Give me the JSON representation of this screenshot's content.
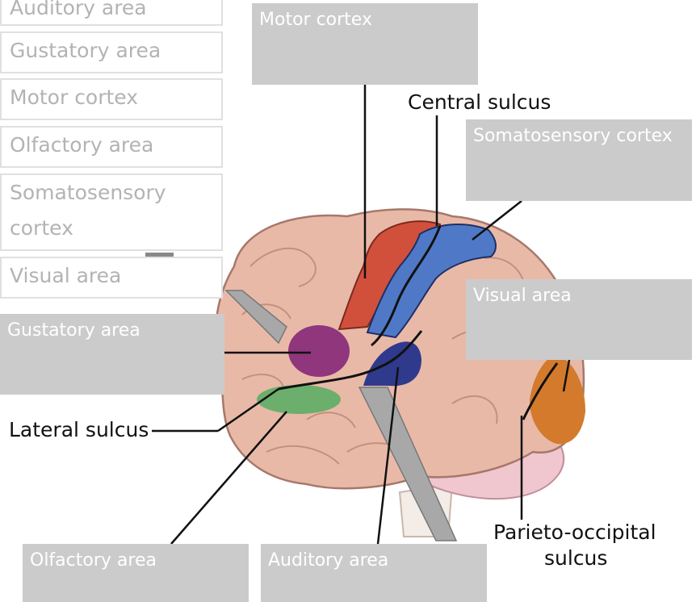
{
  "bank": {
    "items": [
      "Auditory area",
      "Gustatory area",
      "Motor cortex",
      "Olfactory area",
      "Somatosensory cortex",
      "Visual area"
    ]
  },
  "drop_zones": {
    "motor": "Motor cortex",
    "somatosensory": "Somatosensory cortex",
    "visual": "Visual area",
    "gustatory": "Gustatory area",
    "olfactory": "Olfactory area",
    "auditory": "Auditory area"
  },
  "labels": {
    "central_sulcus": "Central sulcus",
    "lateral_sulcus": "Lateral sulcus",
    "parieto_occipital_line1": "Parieto-occipital",
    "parieto_occipital_line2": "sulcus"
  },
  "colors": {
    "brain": "#e9b9a8",
    "motor": "#d1503c",
    "somatosensory": "#4f79c6",
    "visual": "#d37a2c",
    "gustatory": "#8a2e7a",
    "olfactory": "#6cae6b",
    "auditory": "#303a8c"
  }
}
